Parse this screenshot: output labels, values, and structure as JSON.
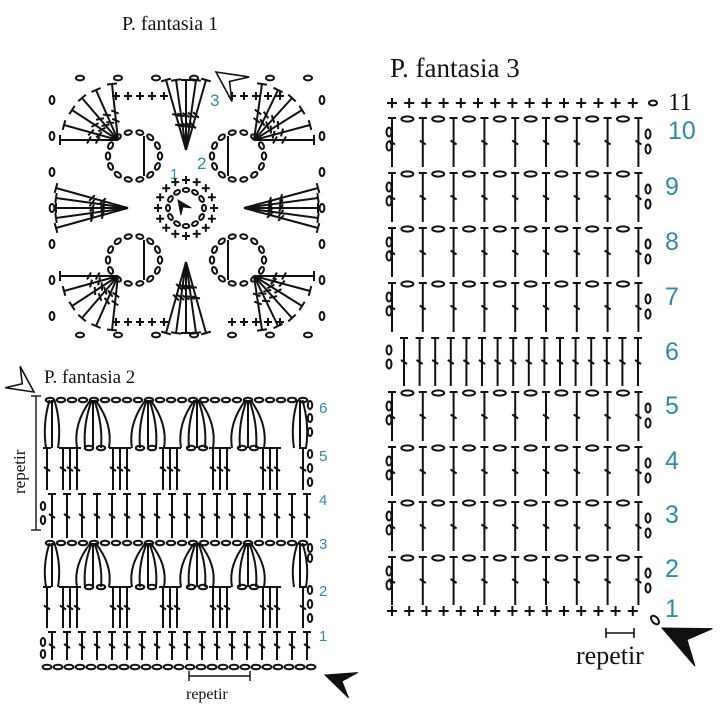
{
  "diagrams": [
    {
      "title": "P. fantasia 1",
      "row_numbers": [
        "1",
        "2",
        "3"
      ]
    },
    {
      "title": "P. fantasia 2",
      "row_numbers": [
        "1",
        "2",
        "3",
        "4",
        "5",
        "6"
      ],
      "repeat_labels": [
        "repetir",
        "repetir"
      ]
    },
    {
      "title": "P. fantasia 3",
      "row_numbers": [
        "1",
        "2",
        "3",
        "4",
        "5",
        "6",
        "7",
        "8",
        "9",
        "10",
        "11"
      ],
      "repeat_label": "repetir"
    }
  ],
  "colors": {
    "ink": "#111111",
    "row_number": "#2a8ca8"
  },
  "icons": [
    "start-arrow-icon"
  ]
}
